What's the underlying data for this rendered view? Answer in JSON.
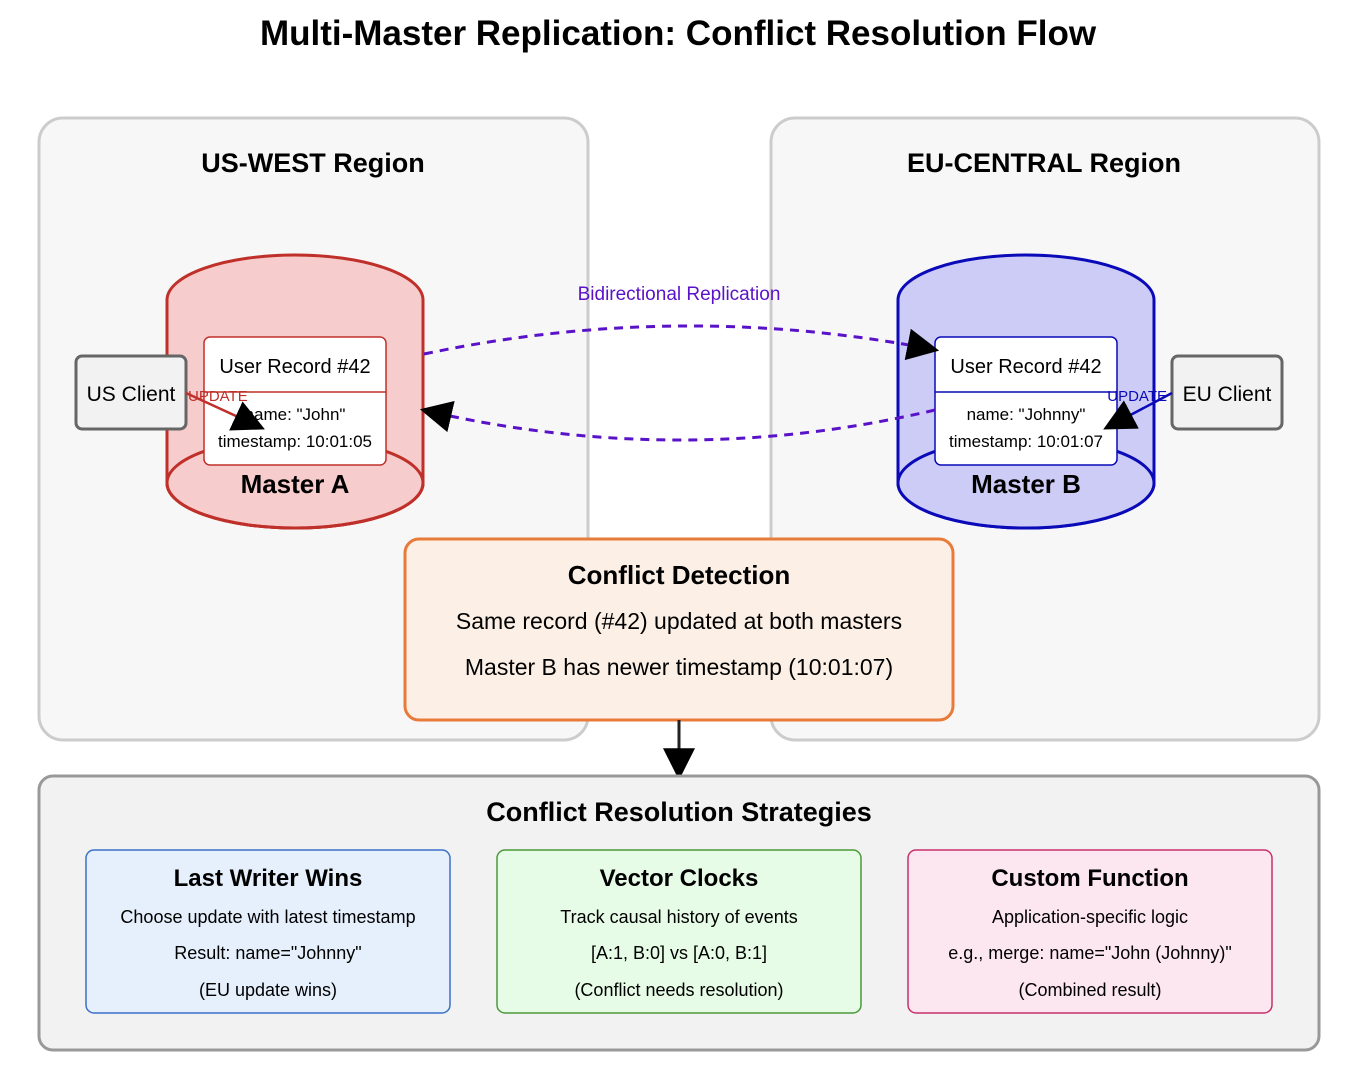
{
  "title": "Multi-Master Replication: Conflict Resolution Flow",
  "regions": {
    "us": {
      "label": "US-WEST Region"
    },
    "eu": {
      "label": "EU-CENTRAL Region"
    }
  },
  "masters": {
    "a": {
      "label": "Master A",
      "record_title": "User Record #42",
      "record_name": "name: \"John\"",
      "record_timestamp": "timestamp: 10:01:05",
      "client": "US Client",
      "update_label": "UPDATE"
    },
    "b": {
      "label": "Master B",
      "record_title": "User Record #42",
      "record_name": "name: \"Johnny\"",
      "record_timestamp": "timestamp: 10:01:07",
      "client": "EU Client",
      "update_label": "UPDATE"
    }
  },
  "replication_label": "Bidirectional Replication",
  "conflict_detection": {
    "title": "Conflict Detection",
    "line1": "Same record (#42) updated at both masters",
    "line2": "Master B has newer timestamp (10:01:07)"
  },
  "strategies": {
    "title": "Conflict Resolution Strategies",
    "cards": [
      {
        "title": "Last Writer Wins",
        "line1": "Choose update with latest timestamp",
        "line2": "Result: name=\"Johnny\"",
        "line3": "(EU update wins)"
      },
      {
        "title": "Vector Clocks",
        "line1": "Track causal history of events",
        "line2": "[A:1, B:0] vs [A:0, B:1]",
        "line3": "(Conflict needs resolution)"
      },
      {
        "title": "Custom Function",
        "line1": "Application-specific logic",
        "line2": "e.g., merge: name=\"John (Johnny)\"",
        "line3": "(Combined result)"
      }
    ]
  },
  "colors": {
    "master_a_stroke": "#c0302a",
    "master_a_fill": "#f7cccc",
    "master_b_stroke": "#0a0ab8",
    "master_b_fill": "#ccccf7",
    "replication": "#5a12c8",
    "conflict_stroke": "#e87a3a",
    "conflict_fill": "#fcf0e6"
  }
}
